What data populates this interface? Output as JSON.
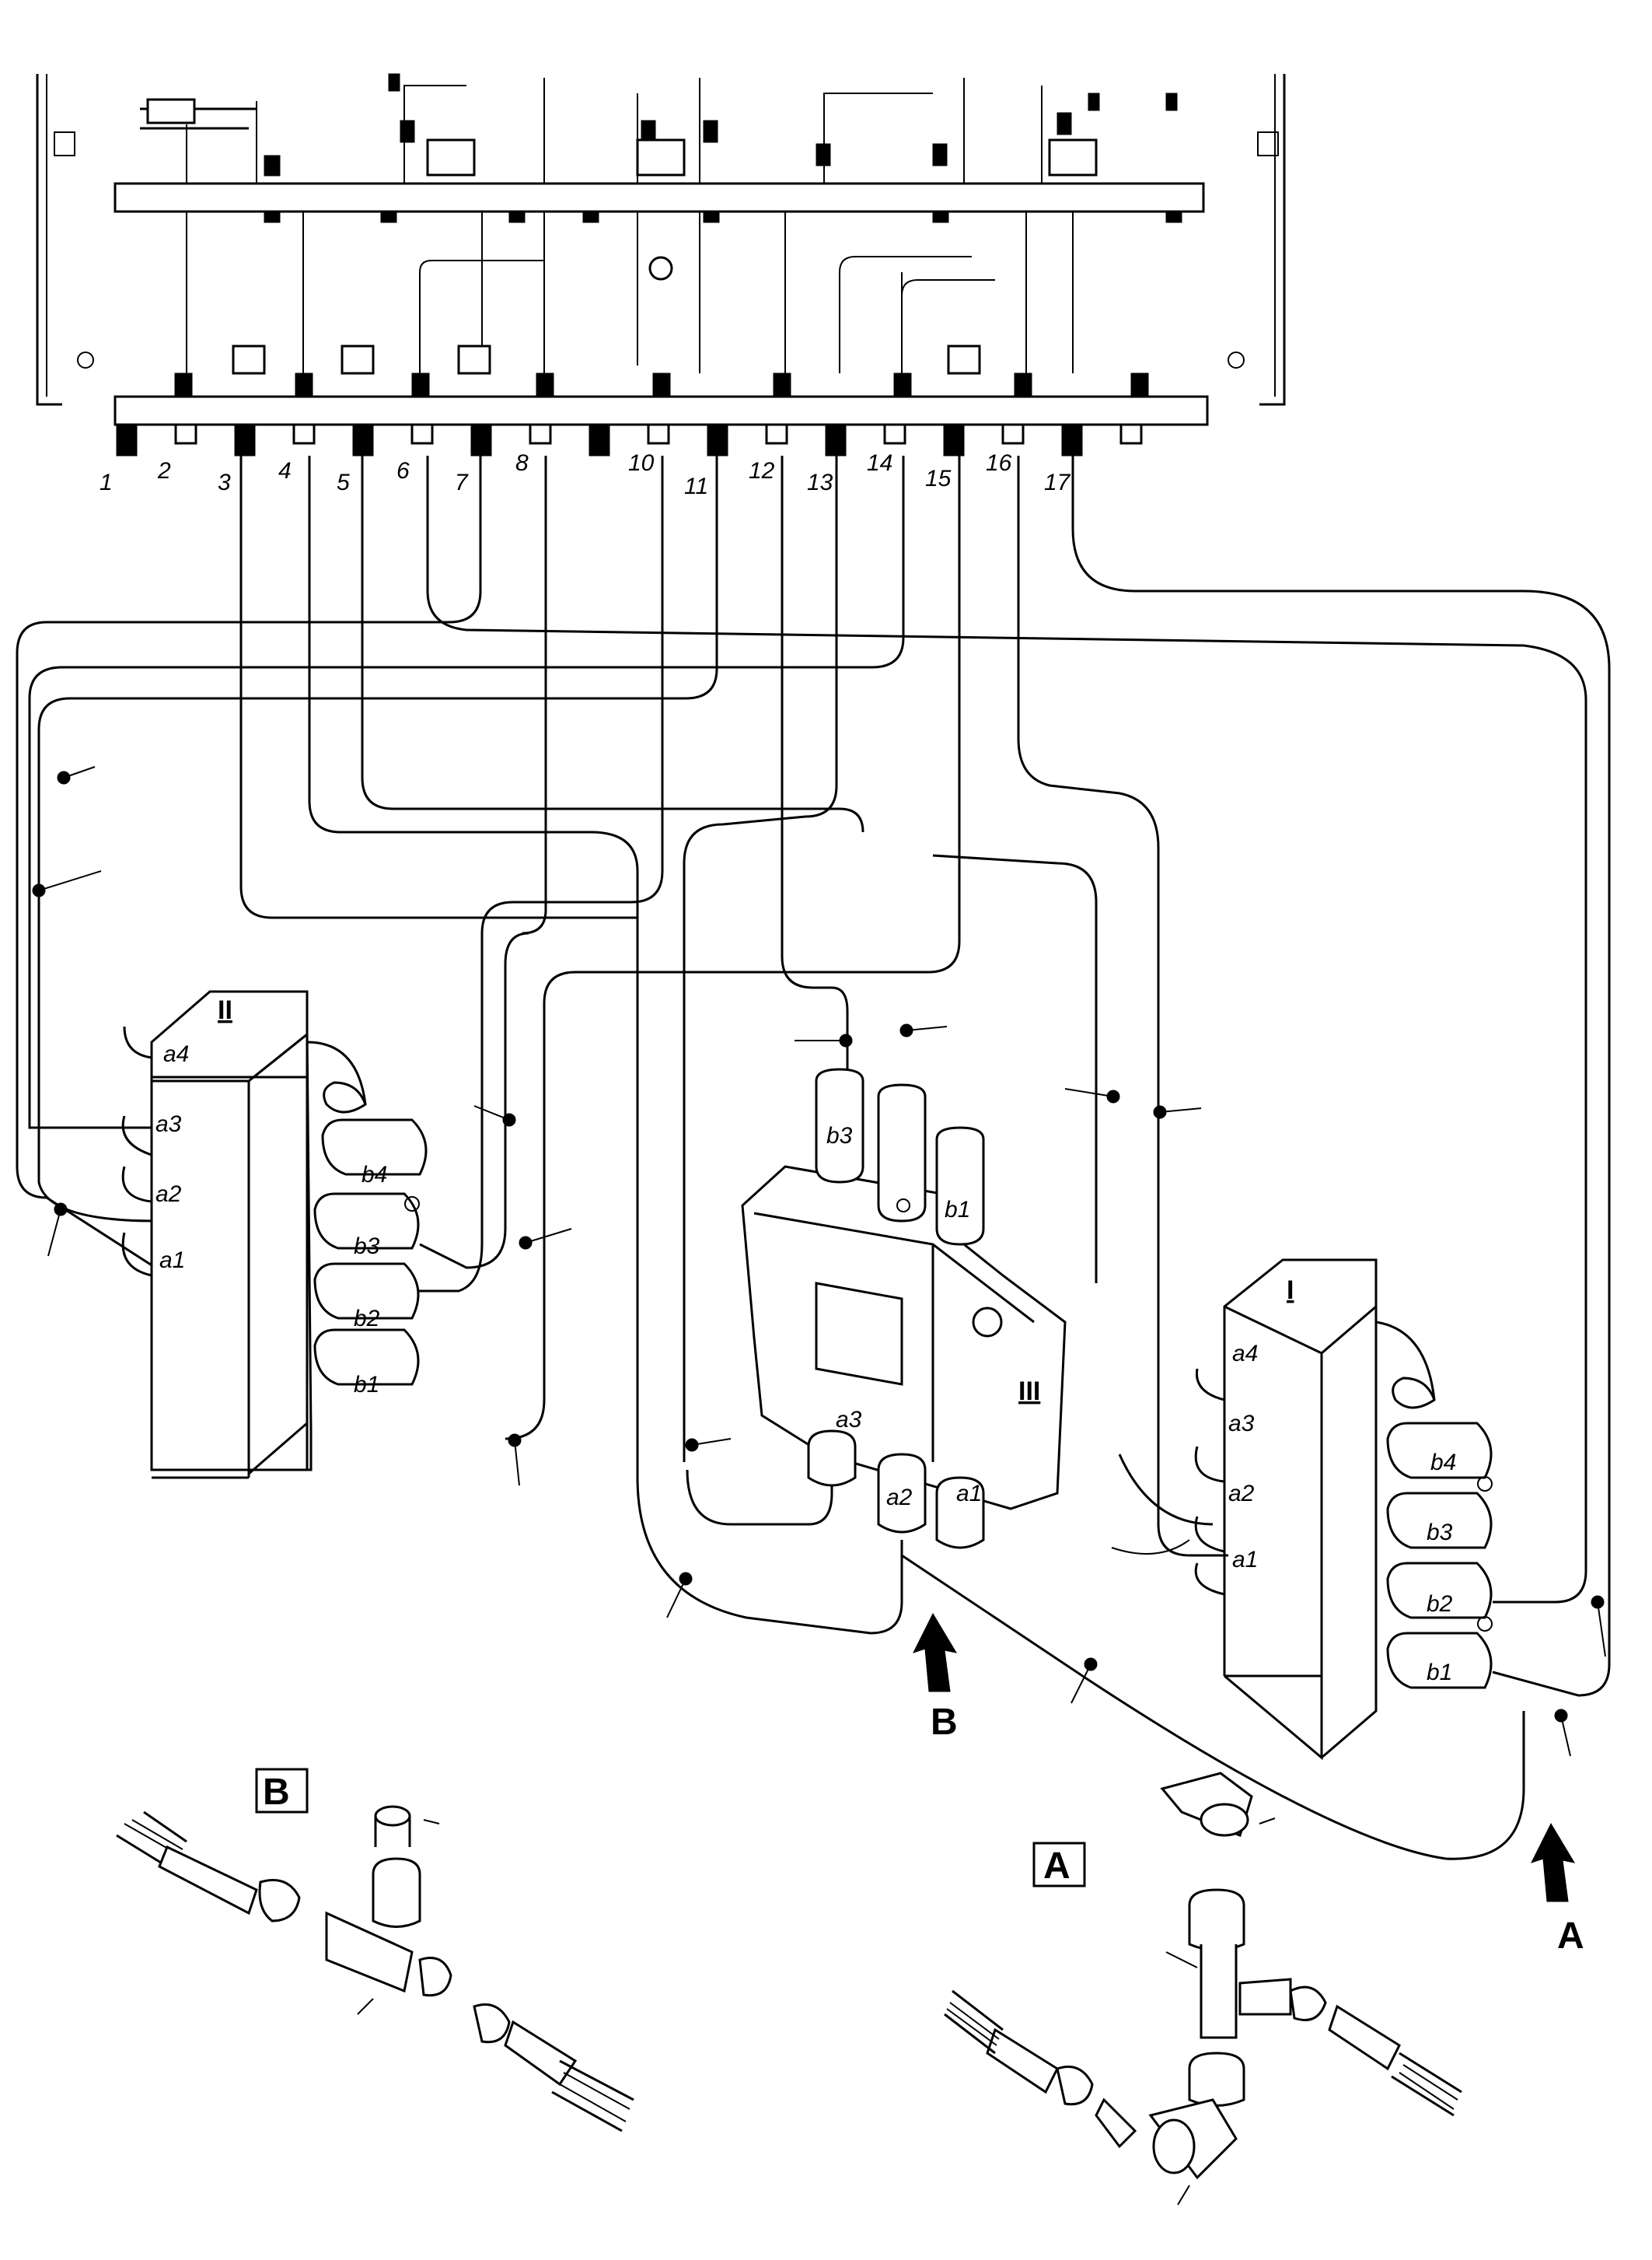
{
  "port_numbers": [
    "1",
    "2",
    "3",
    "4",
    "5",
    "6",
    "7",
    "8",
    "10",
    "11",
    "12",
    "13",
    "14",
    "15",
    "16",
    "17"
  ],
  "block_labels": {
    "block_1": "I",
    "block_2": "II",
    "block_3": "III"
  },
  "block_2": {
    "a_ports": [
      "a4",
      "a3",
      "a2",
      "a1"
    ],
    "b_ports": [
      "b4",
      "b3",
      "b2",
      "b1"
    ]
  },
  "block_1": {
    "a_ports": [
      "a4",
      "a3",
      "a2",
      "a1"
    ],
    "b_ports": [
      "b4",
      "b3",
      "b2",
      "b1"
    ]
  },
  "block_3": {
    "top_ports": [
      "b3",
      "b1"
    ],
    "bottom_ports": [
      "a3",
      "a2",
      "a1"
    ]
  },
  "views": {
    "arrow_b": "B",
    "arrow_a": "A",
    "detail_b": "B",
    "detail_a": "A"
  }
}
